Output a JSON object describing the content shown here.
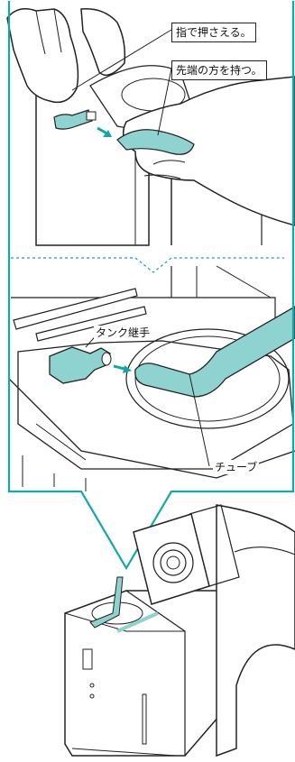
{
  "labels": {
    "press_with_finger": "指で押さえる。",
    "hold_tip": "先端の方を持つ。",
    "tank_joint": "タンク継手",
    "tube": "チューブ"
  },
  "colors": {
    "frame": "#12a8a8",
    "tube": "#8fd3d0",
    "tube_dark": "#3a9e9a",
    "arrow": "#14a6a0",
    "line": "#222222"
  }
}
